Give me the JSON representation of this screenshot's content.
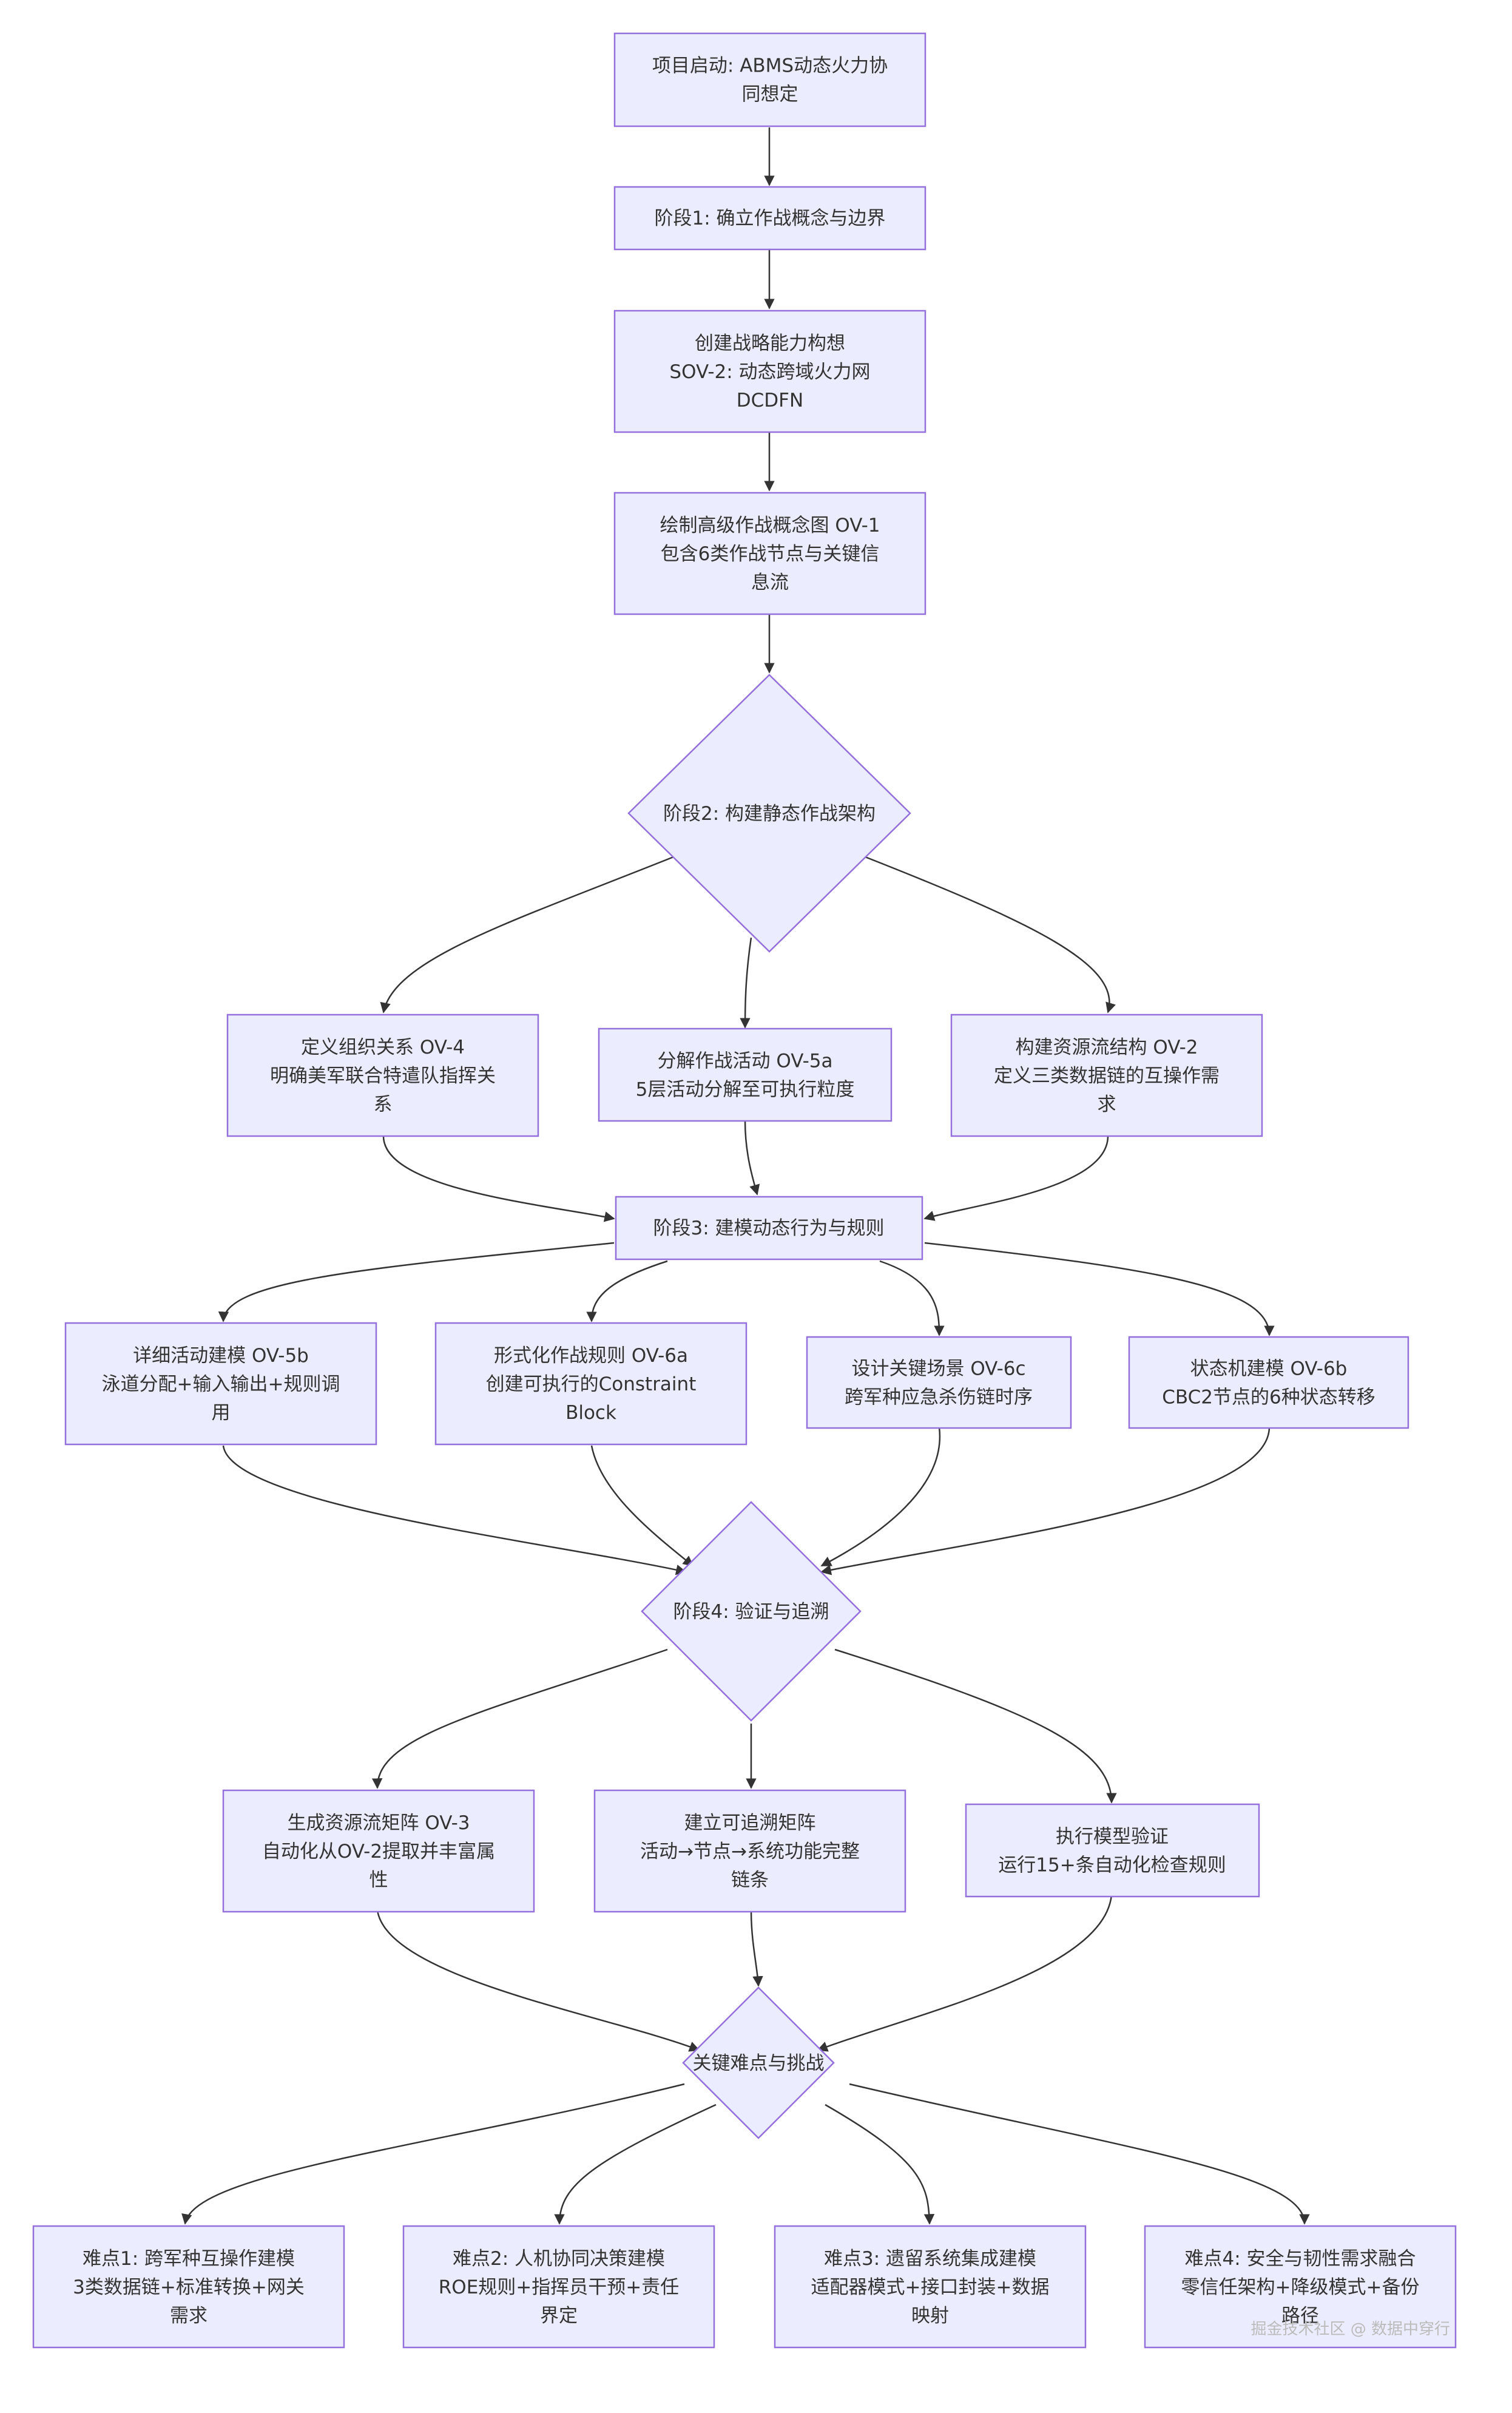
{
  "nodes": {
    "start": [
      "项目启动: ABMS动态火力协",
      "同想定"
    ],
    "phase1": [
      "阶段1: 确立作战概念与边界"
    ],
    "capability": [
      "创建战略能力构想",
      "SOV-2: 动态跨域火力网",
      "DCDFN"
    ],
    "ov1": [
      "绘制高级作战概念图 OV-1",
      "包含6类作战节点与关键信",
      "息流"
    ],
    "phase2": [
      "阶段2: 构建静态作战架构"
    ],
    "ov4": [
      "定义组织关系 OV-4",
      "明确美军联合特遣队指挥关",
      "系"
    ],
    "ov5a": [
      "分解作战活动 OV-5a",
      "5层活动分解至可执行粒度"
    ],
    "ov2": [
      "构建资源流结构 OV-2",
      "定义三类数据链的互操作需",
      "求"
    ],
    "phase3": [
      "阶段3: 建模动态行为与规则"
    ],
    "ov5b": [
      "详细活动建模 OV-5b",
      "泳道分配+输入输出+规则调",
      "用"
    ],
    "ov6a": [
      "形式化作战规则 OV-6a",
      "创建可执行的Constraint",
      "Block"
    ],
    "ov6c": [
      "设计关键场景 OV-6c",
      "跨军种应急杀伤链时序"
    ],
    "ov6b": [
      "状态机建模 OV-6b",
      "CBC2节点的6种状态转移"
    ],
    "phase4": [
      "阶段4: 验证与追溯"
    ],
    "ov3": [
      "生成资源流矩阵 OV-3",
      "自动化从OV-2提取并丰富属",
      "性"
    ],
    "trace": [
      "建立可追溯矩阵",
      "活动→节点→系统功能完整",
      "链条"
    ],
    "verify": [
      "执行模型验证",
      "运行15+条自动化检查规则"
    ],
    "challenges": [
      "关键难点与挑战"
    ],
    "d1": [
      "难点1: 跨军种互操作建模",
      "3类数据链+标准转换+网关",
      "需求"
    ],
    "d2": [
      "难点2: 人机协同决策建模",
      "ROE规则+指挥员干预+责任",
      "界定"
    ],
    "d3": [
      "难点3: 遗留系统集成建模",
      "适配器模式+接口封装+数据",
      "映射"
    ],
    "d4": [
      "难点4: 安全与韧性需求融合",
      "零信任架构+降级模式+备份",
      "路径"
    ]
  },
  "watermark": "掘金技术社区 @ 数据中穿行",
  "colors": {
    "node_fill": "#ECECFF",
    "node_stroke": "#9370DB",
    "edge": "#333333",
    "text": "#333333"
  }
}
